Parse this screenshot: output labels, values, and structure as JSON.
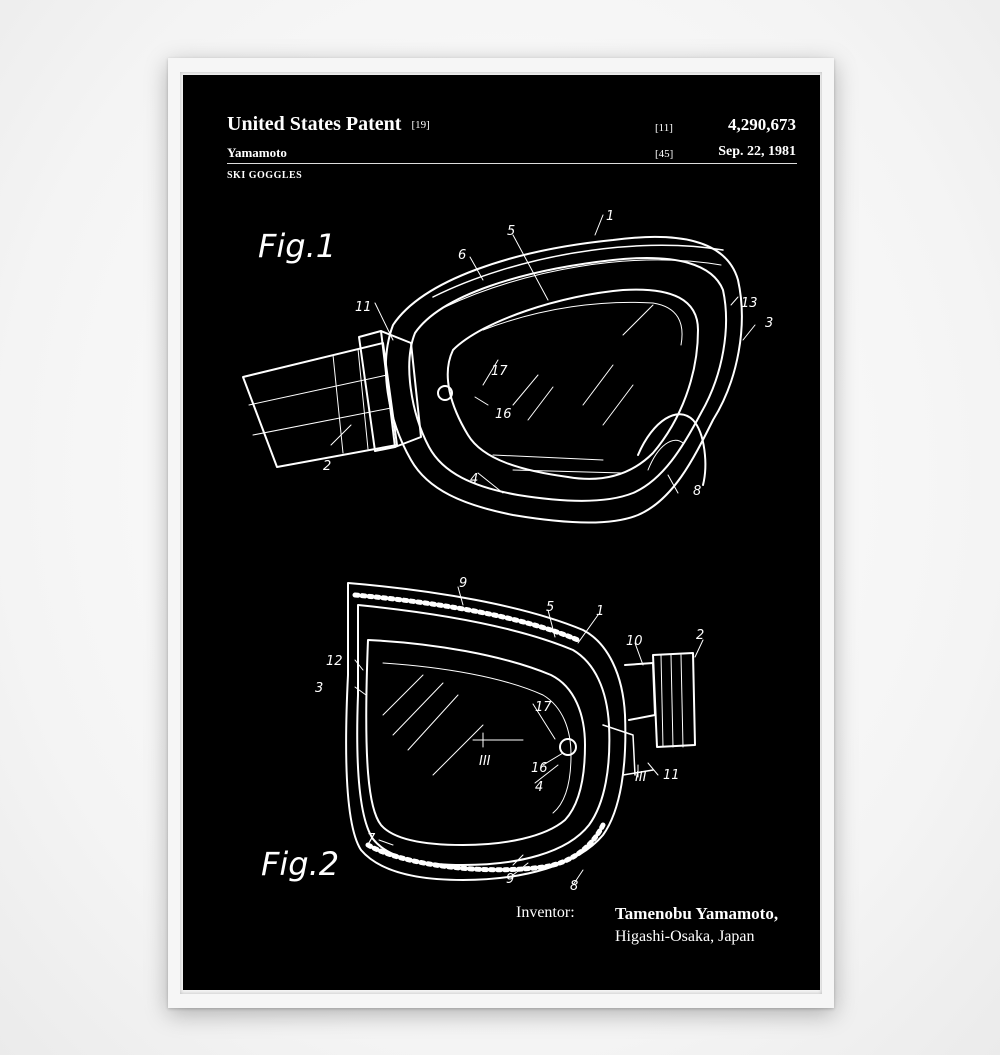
{
  "patent": {
    "title": "United States Patent",
    "title_code": "[19]",
    "assignee": "Yamamoto",
    "subject": "SKI GOGGLES",
    "number_code": "[11]",
    "number": "4,290,673",
    "date_code": "[45]",
    "date": "Sep. 22, 1981"
  },
  "figures": {
    "fig1": {
      "label": "Fig.1",
      "refs": {
        "r1": "1",
        "r2": "2",
        "r3": "3",
        "r4": "4",
        "r5": "5",
        "r6": "6",
        "r8": "8",
        "r11": "11",
        "r13": "13",
        "r16": "16",
        "r17": "17"
      }
    },
    "fig2": {
      "label": "Fig.2",
      "refs": {
        "r1": "1",
        "r2": "2",
        "r3": "3",
        "r4": "4",
        "r5": "5",
        "r7": "7",
        "r8": "8",
        "r9a": "9",
        "r9b": "9",
        "r10": "10",
        "r11": "11",
        "r12": "12",
        "r16": "16",
        "r17": "17",
        "rIIIa": "III",
        "rIIIb": "III"
      }
    }
  },
  "inventor": {
    "label": "Inventor:",
    "name": "Tamenobu Yamamoto,",
    "location": "Higashi-Osaka, Japan"
  },
  "colors": {
    "background": "#000000",
    "ink": "#ffffff",
    "frame": "#f6f6f6"
  }
}
